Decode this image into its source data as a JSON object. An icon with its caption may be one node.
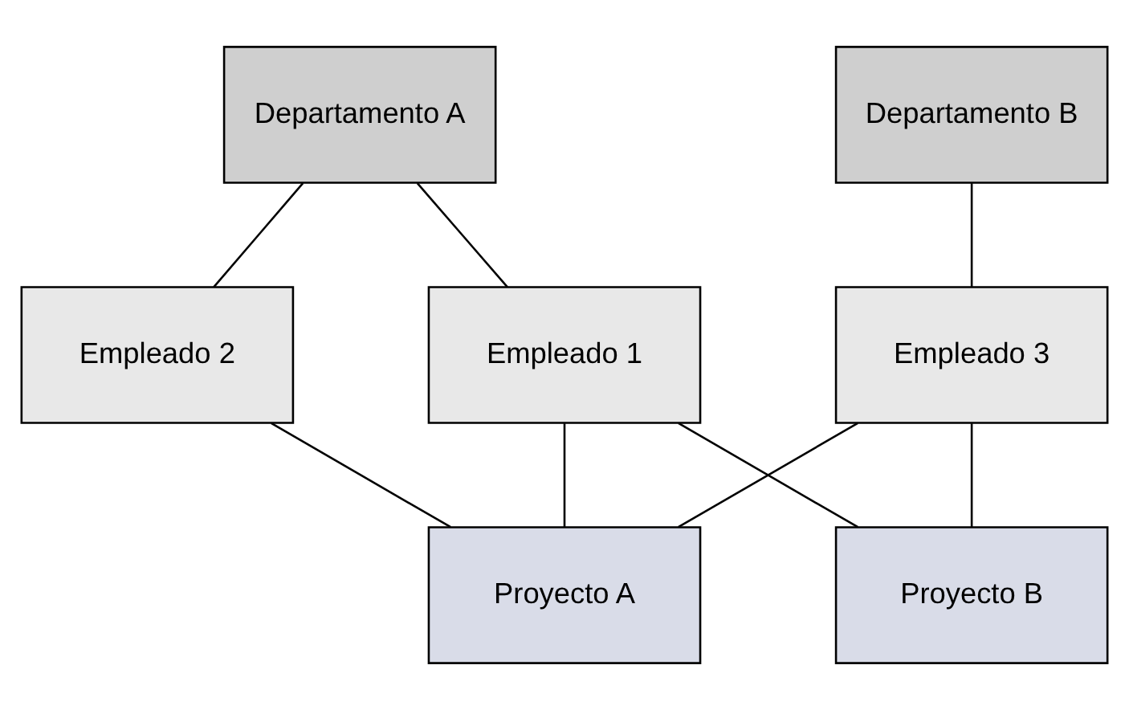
{
  "diagram": {
    "nodes": [
      {
        "text": [
          "Departamento A"
        ]
      },
      {
        "text": [
          "Departamento B"
        ]
      },
      {
        "text": [
          "Empleado 1"
        ]
      },
      {
        "text": [
          "Empleado 2"
        ]
      },
      {
        "text": [
          "Empleado 3"
        ]
      },
      {
        "text": [
          "Proyecto A"
        ]
      },
      {
        "text": [
          "Proyecto B"
        ]
      }
    ],
    "edges": [
      {
        "from": 0,
        "to": 2,
        "arrow": "none"
      },
      {
        "from": 0,
        "to": 3,
        "arrow": "none"
      },
      {
        "from": 1,
        "to": 4,
        "arrow": "none"
      },
      {
        "from": 2,
        "to": 5,
        "arrow": "none"
      },
      {
        "from": 2,
        "to": 6,
        "arrow": "none"
      },
      {
        "from": 3,
        "to": 5,
        "arrow": "none"
      },
      {
        "from": 4,
        "to": 5,
        "arrow": "none"
      },
      {
        "from": 4,
        "to": 6,
        "arrow": "none"
      }
    ]
  }
}
